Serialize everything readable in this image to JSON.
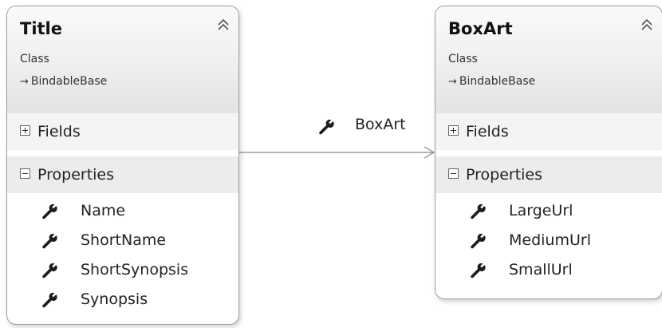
{
  "diagram": {
    "classes": [
      {
        "name": "Title",
        "kind": "Class",
        "base_arrow": "→",
        "base": "BindableBase",
        "sections": {
          "fields": "Fields",
          "properties": "Properties"
        },
        "properties": [
          "Name",
          "ShortName",
          "ShortSynopsis",
          "Synopsis"
        ]
      },
      {
        "name": "BoxArt",
        "kind": "Class",
        "base_arrow": "→",
        "base": "BindableBase",
        "sections": {
          "fields": "Fields",
          "properties": "Properties"
        },
        "properties": [
          "LargeUrl",
          "MediumUrl",
          "SmallUrl"
        ]
      }
    ],
    "association": {
      "label": "BoxArt",
      "from": "Title",
      "to": "BoxArt"
    }
  },
  "icons": {
    "collapse": "double-chevron-up-icon",
    "property": "wrench-icon",
    "expand": "plus-box-icon",
    "collapse_section": "minus-box-icon"
  },
  "colors": {
    "line": "#8a8a8a",
    "icon": "#1c1c1c",
    "header_shade": "#e3e3e3"
  }
}
